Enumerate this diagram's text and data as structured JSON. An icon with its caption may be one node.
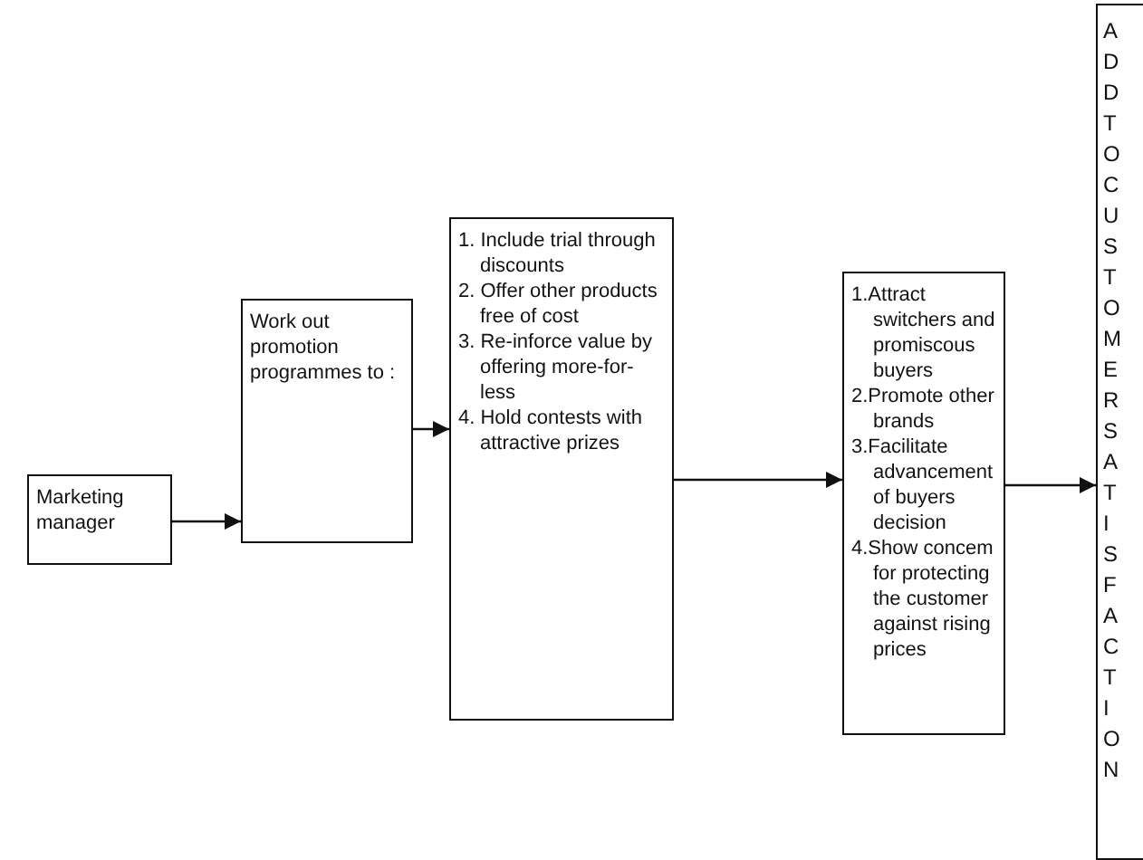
{
  "diagram": {
    "nodes": [
      {
        "text": [
          "Marketing manager"
        ]
      },
      {
        "text": [
          "Work out promotion programmes to :"
        ]
      },
      {
        "text": [
          "1. Include trial through discounts",
          "2. Offer other products free of cost",
          "3. Re-inforce value by offering more-for-less",
          "4. Hold contests with attractive prizes"
        ]
      },
      {
        "text": [
          "1.Attract switchers and promiscous buyers",
          "2.Promote other brands",
          "3.Facilitate advancement of buyers decision",
          "4.Show concem for protecting the customer against rising prices"
        ]
      },
      {
        "text": [
          "ADD TO CUSTOMER SATISFACTION"
        ]
      }
    ],
    "edges": [
      {
        "from": 0,
        "to": 1,
        "arrow": "to"
      },
      {
        "from": 1,
        "to": 2,
        "arrow": "to"
      },
      {
        "from": 2,
        "to": 3,
        "arrow": "to"
      },
      {
        "from": 3,
        "to": 4,
        "arrow": "to"
      }
    ]
  }
}
